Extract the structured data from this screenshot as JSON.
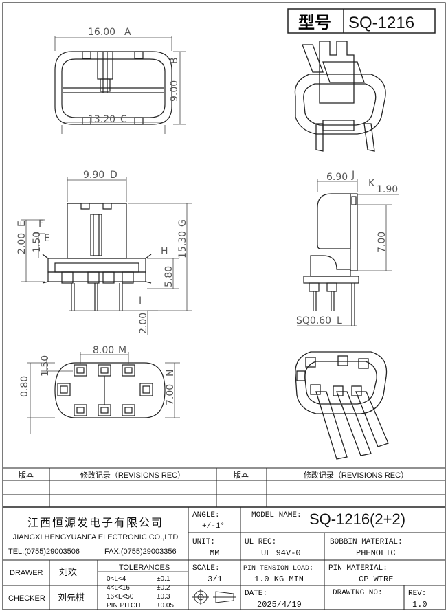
{
  "title_block": {
    "model_label": "型号",
    "model_code": "SQ-1216"
  },
  "dimensions": {
    "top_width": "16.00",
    "top_width_tag": "A",
    "top_height": "9.00",
    "top_height_tag": "B",
    "top_inner_width": "13.20",
    "top_inner_tag": "C",
    "front_width": "9.90",
    "front_width_tag": "D",
    "front_flange": "2.00",
    "front_flange_tag": "E",
    "front_step": "1.50",
    "front_step_tag": "F",
    "front_total_height": "15.30",
    "front_total_tag": "G",
    "front_base_height": "5.80",
    "front_base_tag": "H",
    "front_pin_length": "2.00",
    "front_pin_tag": "I",
    "side_width": "6.90",
    "side_width_tag": "J",
    "side_slot": "1.90",
    "side_slot_tag": "K",
    "side_window": "7.00",
    "pin_square": "SQ0.60",
    "pin_square_tag": "L",
    "bottom_pitch": "8.00",
    "bottom_pitch_tag": "M",
    "bottom_row_offset": "1.50",
    "bottom_height": "7.00",
    "bottom_height_tag": "N",
    "bottom_margin": "0.80",
    "letter_tag_e": "E",
    "letter_tag_h": "H",
    "letter_tag_i": "I",
    "letter_tag_k": "K",
    "letter_tag_f": "F"
  },
  "revision": {
    "version_label": "版本",
    "record_label": "修改记录（REVISIONS REC）"
  },
  "company": {
    "name_cn": "江西恒源发电子有限公司",
    "name_en": "JIANGXI HENGYUANFA ELECTRONIC CO.,LTD",
    "tel": "TEL:(0755)29003506",
    "fax": "FAX:(0755)29003356"
  },
  "specs": {
    "angle_label": "ANGLE:",
    "angle_value": "+/-1°",
    "model_name_label": "MODEL NAME:",
    "model_name_value": "SQ-1216(2+2)",
    "unit_label": "UNIT:",
    "unit_value": "MM",
    "ul_label": "UL REC:",
    "ul_value": "UL 94V-0",
    "bobbin_label": "BOBBIN MATERIAL:",
    "bobbin_value": "PHENOLIC",
    "scale_label": "SCALE:",
    "scale_value": "3/1",
    "tension_label": "PIN TENSION LOAD:",
    "tension_value": "1.0 KG MIN",
    "pin_material_label": "PIN MATERIAL:",
    "pin_material_value": "CP WIRE",
    "date_label": "DATE:",
    "date_value": "2025/4/19",
    "drawing_no_label": "DRAWING NO:",
    "rev_label": "REV:",
    "rev_value": "1.0"
  },
  "people": {
    "drawer_label": "DRAWER",
    "drawer_name": "刘欢",
    "checker_label": "CHECKER",
    "checker_name": "刘先棋"
  },
  "tolerances": {
    "title": "TOLERANCES",
    "rows": [
      {
        "range": "0<L<4",
        "value": "±0.1"
      },
      {
        "range": "4<L<16",
        "value": "±0.2"
      },
      {
        "range": "16<L<50",
        "value": "±0.3"
      },
      {
        "range": "PIN PITCH",
        "value": "±0.05"
      }
    ]
  }
}
